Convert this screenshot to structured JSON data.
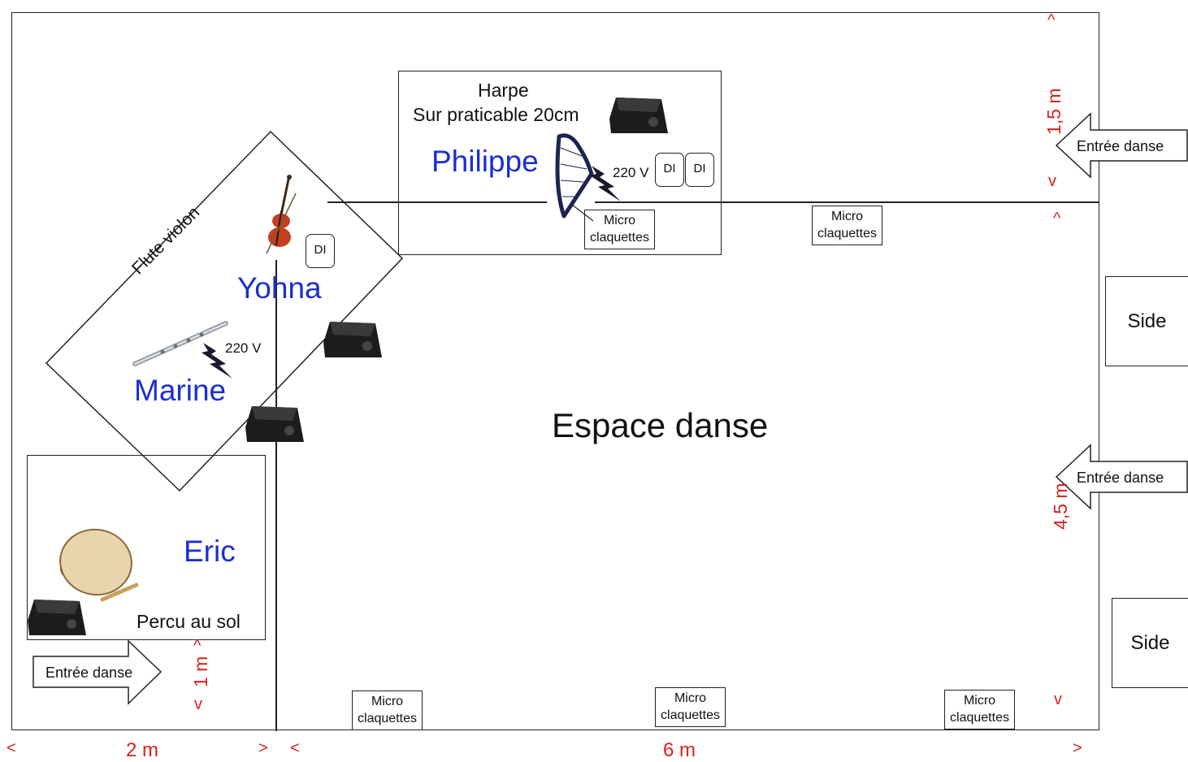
{
  "stage": {
    "title": "Espace danse",
    "harp": {
      "title": "Harpe",
      "subtitle": "Sur praticable 20cm",
      "musician": "Philippe",
      "power": "220 V",
      "di_labels": [
        "DI",
        "DI"
      ]
    },
    "flute_violin": {
      "title": "Flute violon",
      "musicians": [
        "Yohna",
        "Marine"
      ],
      "power": "220 V",
      "di_label": "DI"
    },
    "percussion": {
      "musician": "Eric",
      "note": "Percu au sol"
    },
    "micros": [
      {
        "label": "Micro claquettes"
      },
      {
        "label": "Micro claquettes"
      },
      {
        "label": "Micro claquettes"
      },
      {
        "label": "Micro claquettes"
      },
      {
        "label": "Micro claquettes"
      }
    ],
    "entrances": [
      "Entrée danse",
      "Entrée danse",
      "Entrée danse"
    ],
    "sides": [
      "Side",
      "Side"
    ]
  },
  "dimensions": {
    "width_left": "2 m",
    "width_right": "6 m",
    "depth_top": "1,5 m",
    "depth_right": "4,5 m",
    "depth_left": "1 m",
    "arrow_left": "<",
    "arrow_right": ">",
    "arrow_up": "^",
    "arrow_down": "v"
  },
  "colors": {
    "musician_names": "#1a2fd0",
    "dimensions": "#d8231c",
    "lines": "#222222"
  },
  "icons": [
    "violin-icon",
    "flute-icon",
    "harp-icon",
    "frame-drum-icon",
    "monitor-speaker-icon",
    "lightning-icon"
  ]
}
